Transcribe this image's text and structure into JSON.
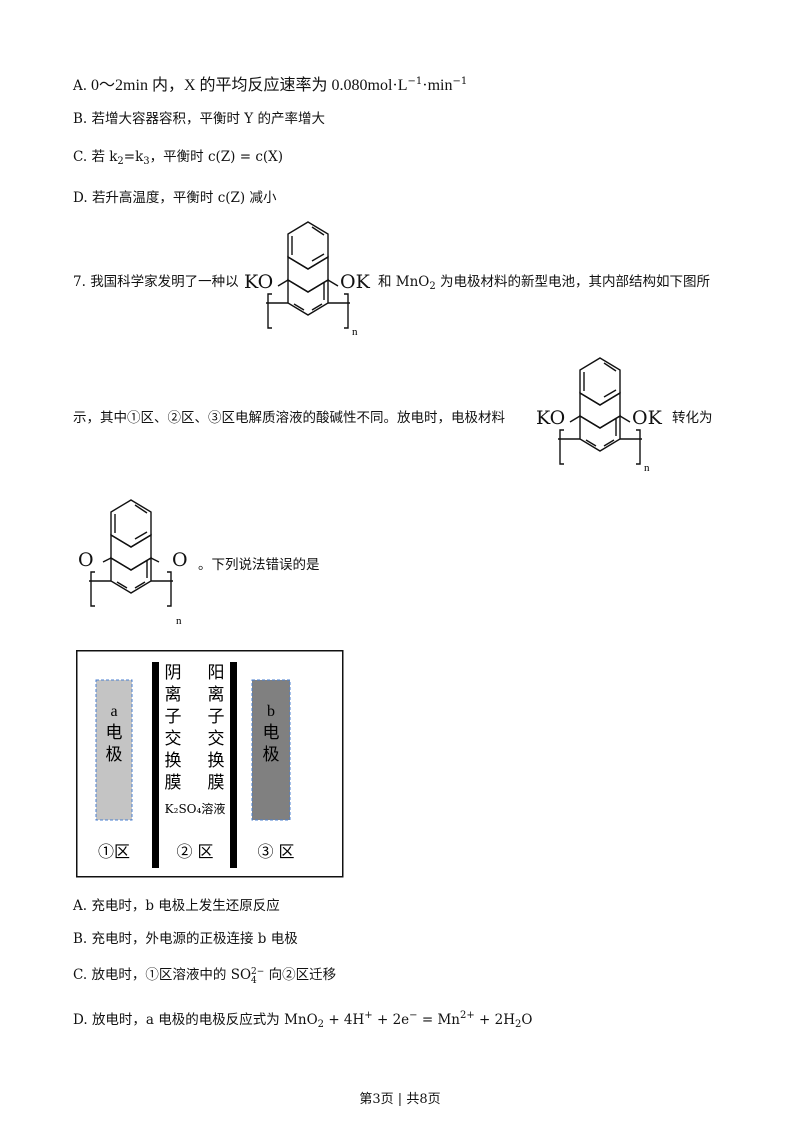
{
  "options_q6": {
    "a_letter": "A.",
    "a_text1": " 0～2min 内，X 的平均反应速率为 0.080mol·L",
    "a_sup1": "−1",
    "a_text2": "·min",
    "a_sup2": "−1",
    "b_letter": "B.",
    "b_text": "若增大容器容积，平衡时 Y 的产率增大",
    "c_letter": "C.",
    "c_text1": "若 k",
    "c_sub1": "2",
    "c_text2": "=k",
    "c_sub2": "3",
    "c_text3": "，平衡时 c(Z) = c(X)",
    "d_letter": "D.",
    "d_text": "若升高温度，平衡时 c(Z) 减小"
  },
  "q7": {
    "number": "7.",
    "intro": "我国科学家发明了一种以",
    "mid": "和 MnO",
    "mid_sub": "2",
    "mid2": " 为电极材料的新型电池，其内部结构如下图所",
    "line2": "示，其中①区、②区、③区电解质溶液的酸碱性不同。放电时，电极材料",
    "line2_end": "转化为",
    "line3": "。下列说法错误的是",
    "mol_ko": "KO",
    "mol_ok": "OK",
    "mol_o": "O",
    "mol_n": "n"
  },
  "diagram": {
    "electrode_a": [
      "a",
      "电",
      "极"
    ],
    "electrode_b": [
      "b",
      "电",
      "极"
    ],
    "anion_membrane": [
      "阴",
      "离",
      "子",
      "交",
      "换",
      "膜"
    ],
    "cation_membrane": [
      "阳",
      "离",
      "子",
      "交",
      "换",
      "膜"
    ],
    "solution": "K₂SO₄溶液",
    "zone1": "①区",
    "zone2": "② 区",
    "zone3": "③ 区"
  },
  "options_q7": {
    "a_letter": "A.",
    "a_text": "充电时，b 电极上发生还原反应",
    "b_letter": "B.",
    "b_text": "充电时，外电源的正极连接 b 电极",
    "c_letter": "C.",
    "c_text1": "放电时，①区溶液中的 SO",
    "c_sub": "4",
    "c_sup": "2−",
    "c_text2": " 向②区迁移",
    "d_letter": "D.",
    "d_text1": "放电时，a 电极的电极反应式为 MnO",
    "d_sub1": "2",
    "d_text2": " + 4H",
    "d_sup1": "+",
    "d_text3": " + 2e",
    "d_sup2": "−",
    "d_text4": " = Mn",
    "d_sup3": "2+",
    "d_text5": " + 2H",
    "d_sub2": "2",
    "d_text6": "O"
  },
  "footer": "第3页 | 共8页"
}
